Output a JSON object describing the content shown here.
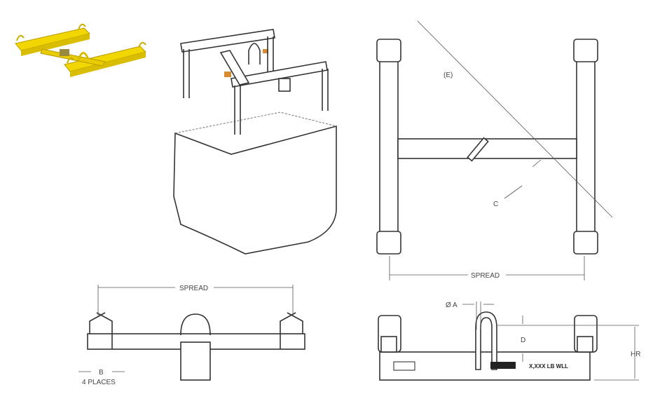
{
  "colors": {
    "product": "#f2d600",
    "line": "#333333"
  },
  "top_view": {
    "diagonal_label": "(E)",
    "width_label": "C",
    "spread_label": "SPREAD"
  },
  "side_view": {
    "spread_label": "SPREAD",
    "b_label": "B",
    "b_note": "4 PLACES"
  },
  "front_view": {
    "diameter_label": "Ø A",
    "d_label": "D",
    "hr_label": "HR",
    "wll_label": "X,XXX LB WLL"
  }
}
